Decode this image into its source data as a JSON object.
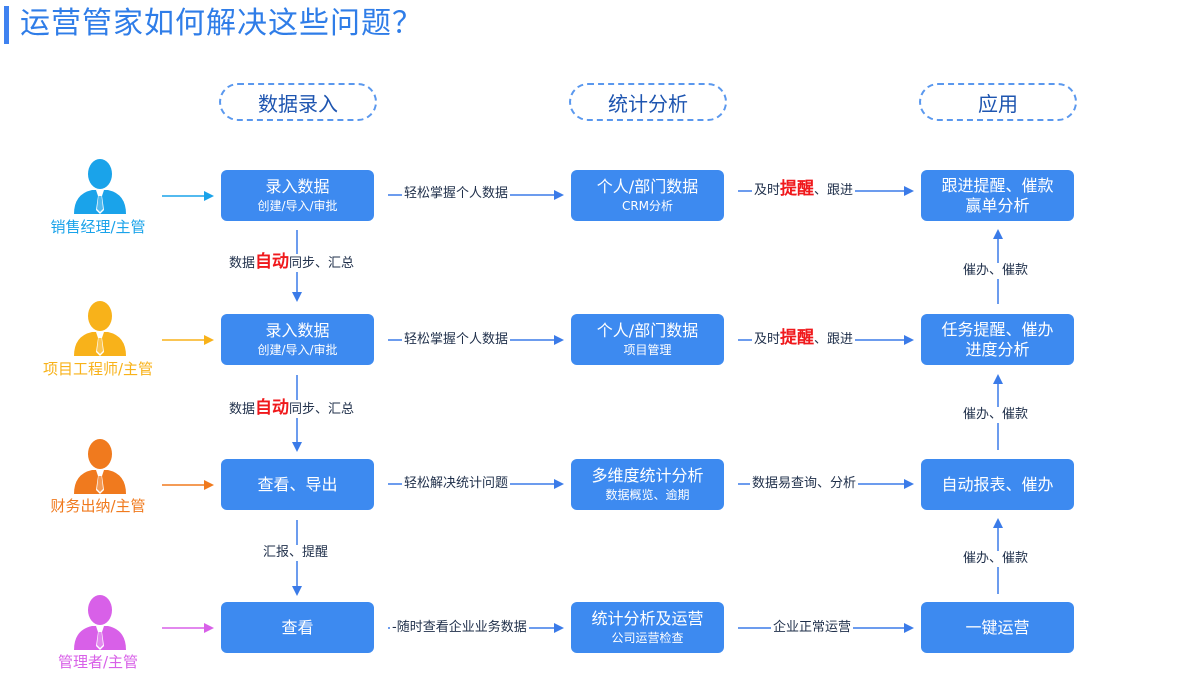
{
  "title": "运营管家如何解决这些问题？",
  "stages": [
    "数据录入",
    "统计分析",
    "应用"
  ],
  "roles": [
    {
      "label": "销售经理/主管",
      "color": "#1aa3ea"
    },
    {
      "label": "项目工程师/主管",
      "color": "#f8b21a"
    },
    {
      "label": "财务出纳/主管",
      "color": "#f07a1e"
    },
    {
      "label": "管理者/主管",
      "color": "#d860e8"
    }
  ],
  "rows": [
    {
      "input": {
        "main": "录入数据",
        "sub": "创建/导入/审批"
      },
      "link1": "轻松掌握个人数据",
      "analysis": {
        "main": "个人/部门数据",
        "sub": "CRM分析"
      },
      "link2": {
        "pre": "及时",
        "em": "提醒",
        "post": "、跟进"
      },
      "app": {
        "main": "跟进提醒、催款",
        "sub2": "赢单分析"
      }
    },
    {
      "input": {
        "main": "录入数据",
        "sub": "创建/导入/审批"
      },
      "link1": "轻松掌握个人数据",
      "analysis": {
        "main": "个人/部门数据",
        "sub": "项目管理"
      },
      "link2": {
        "pre": "及时",
        "em": "提醒",
        "post": "、跟进"
      },
      "app": {
        "main": "任务提醒、催办",
        "sub2": "进度分析"
      }
    },
    {
      "input": {
        "main": "查看、导出"
      },
      "link1": "轻松解决统计问题",
      "analysis": {
        "main": "多维度统计分析",
        "sub": "数据概览、逾期"
      },
      "link2": {
        "plain": "数据易查询、分析"
      },
      "app": {
        "main": "自动报表、催办"
      }
    },
    {
      "input": {
        "main": "查看"
      },
      "link1": "随时查看企业业务数据",
      "analysis": {
        "main": "统计分析及运营",
        "sub": "公司运营检查"
      },
      "link2": {
        "plain": "企业正常运营"
      },
      "app": {
        "main": "一键运营"
      }
    }
  ],
  "down_links": [
    {
      "pre": "数据",
      "em": "自动",
      "post": "同步、汇总"
    },
    {
      "pre": "数据",
      "em": "自动",
      "post": "同步、汇总"
    },
    {
      "plain": "汇报、提醒"
    }
  ],
  "up_links": [
    "催办、催款",
    "催办、催款",
    "催办、催款"
  ],
  "colors": {
    "node": "#3d8af0",
    "arrow": "#3b7be8",
    "emphasis": "#f0191c",
    "title": "#2f7de8"
  }
}
